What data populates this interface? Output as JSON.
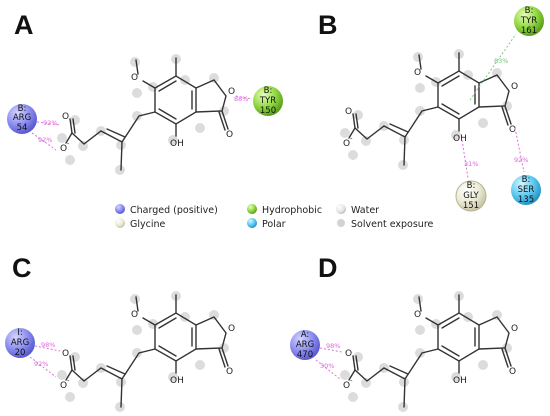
{
  "panels": [
    {
      "letter": "A"
    },
    {
      "letter": "B"
    },
    {
      "letter": "C"
    },
    {
      "letter": "D"
    }
  ],
  "atoms": {
    "OH": "OH",
    "O": "O",
    "O_minus": "O",
    "minus": "-"
  },
  "residues": {
    "A_arg": {
      "chain": "B:",
      "name": "ARG",
      "num": "54"
    },
    "A_tyr": {
      "chain": "B:",
      "name": "TYR",
      "num": "150"
    },
    "B_tyr": {
      "chain": "B:",
      "name": "TYR",
      "num": "161"
    },
    "B_gly": {
      "chain": "B:",
      "name": "GLY",
      "num": "151"
    },
    "B_ser": {
      "chain": "B:",
      "name": "SER",
      "num": "135"
    },
    "C_arg": {
      "chain": "I:",
      "name": "ARG",
      "num": "20"
    },
    "D_arg": {
      "chain": "A:",
      "name": "ARG",
      "num": "470"
    }
  },
  "percents": {
    "A_tyr": "88%",
    "A_arg1": "92%",
    "A_arg2": "92%",
    "B_tyr": "83%",
    "B_gly": "31%",
    "B_ser": "92%",
    "C_arg1": "98%",
    "C_arg2": "92%",
    "D_arg1": "98%",
    "D_arg2": "30%"
  },
  "legend": [
    {
      "label": "Charged (positive)",
      "color": "#8b8cf0"
    },
    {
      "label": "Glycine",
      "color": "#f0f0dc"
    },
    {
      "label": "Hydrophobic",
      "color": "#8fd640"
    },
    {
      "label": "Polar",
      "color": "#59c8ef"
    },
    {
      "label": "Water",
      "color": "#e0e0e0"
    },
    {
      "label": "Solvent exposure",
      "color": "#d0d0d0"
    }
  ],
  "colors": {
    "charged": "#8b8cf0",
    "hydrophobic": "#8fd640",
    "polar": "#59c8ef",
    "glycine": "#f0f0dc",
    "hbond": "#e070e0",
    "pi": "#7fc97f"
  }
}
